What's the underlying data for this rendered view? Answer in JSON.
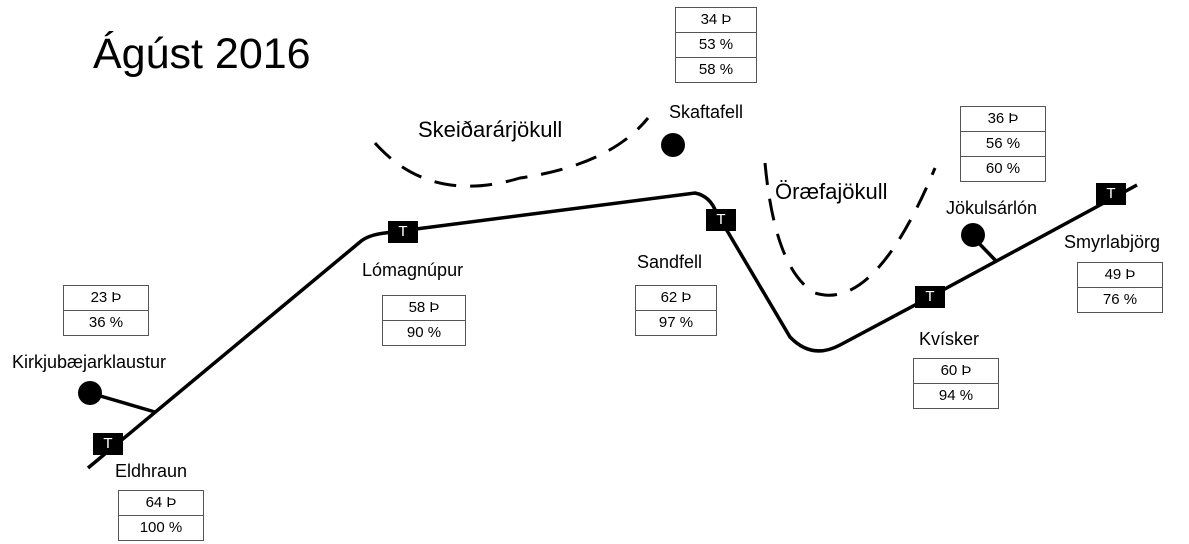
{
  "title": "Ágúst 2016",
  "terminal_marker": "T",
  "glaciers": [
    {
      "id": "skeidararjokull",
      "name": "Skeiðarárjökull"
    },
    {
      "id": "oraefajokull",
      "name": "Öræfajökull"
    }
  ],
  "stations": [
    {
      "id": "kirkjubaejarklaustur",
      "name": "Kirkjubæjarklaustur",
      "values": [
        "23 Þ",
        "36 %"
      ]
    },
    {
      "id": "eldhraun",
      "name": "Eldhraun",
      "values": [
        "64 Þ",
        "100 %"
      ]
    },
    {
      "id": "lomagnupur",
      "name": "Lómagnúpur",
      "values": [
        "58 Þ",
        "90 %"
      ]
    },
    {
      "id": "skaftafell",
      "name": "Skaftafell",
      "values": [
        "34 Þ",
        "53 %",
        "58 %"
      ]
    },
    {
      "id": "sandfell",
      "name": "Sandfell",
      "values": [
        "62 Þ",
        "97 %"
      ]
    },
    {
      "id": "jokulsarlon",
      "name": "Jökulsárlón",
      "values": [
        "36 Þ",
        "56 %",
        "60 %"
      ]
    },
    {
      "id": "kvisker",
      "name": "Kvísker",
      "values": [
        "60 Þ",
        "94 %"
      ]
    },
    {
      "id": "smyrlabjorg",
      "name": "Smyrlabjörg",
      "values": [
        "49 Þ",
        "76 %"
      ]
    }
  ]
}
